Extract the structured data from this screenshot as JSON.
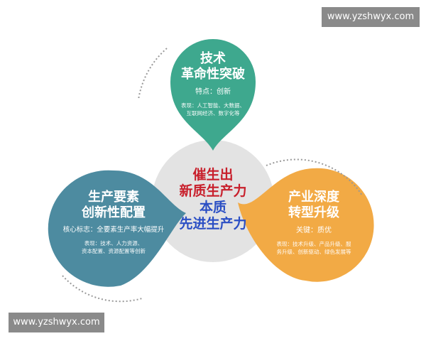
{
  "watermark_top": "www.yzshwyx.com",
  "watermark_bottom": "www.yzshwyx.com",
  "colors": {
    "green": "#3ea88e",
    "blue": "#4d8ba0",
    "orange": "#f2aa45",
    "center": "#e3e3e3",
    "red_text": "#c8202c",
    "blue_text": "#2b4fc4"
  },
  "center": {
    "line1": "催生出",
    "line2": "新质生产力",
    "line3": "本质",
    "line4": "先进生产力"
  },
  "top": {
    "title1": "技术",
    "title2": "革命性突破",
    "feature": "特点：创新",
    "detail1": "表现：人工智能、大数据、",
    "detail2": "互联网经济、数字化等"
  },
  "left": {
    "title1": "生产要素",
    "title2": "创新性配置",
    "feature": "核心标志：全要素生产率大幅提升",
    "detail1": "表现：技术、人力资源、",
    "detail2": "资本配置、资源配置等创新"
  },
  "right": {
    "title1": "产业深度",
    "title2": "转型升级",
    "feature": "关键：质优",
    "detail1": "表现：技术升级、产品升级、服",
    "detail2": "务升级、创新驱动、绿色发展等"
  }
}
